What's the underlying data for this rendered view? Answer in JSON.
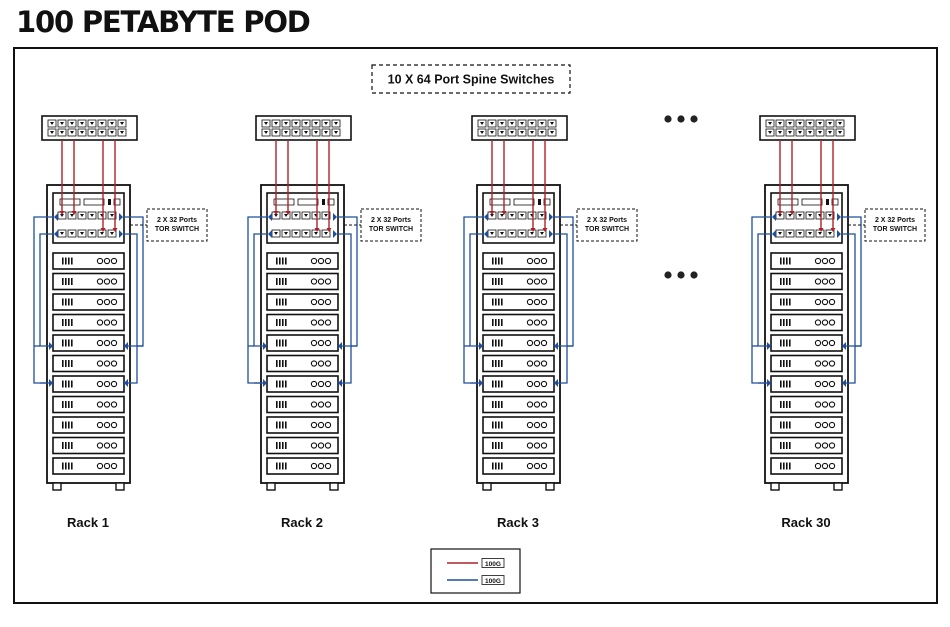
{
  "title": "100 PETABYTE POD",
  "spine_label": "10 X 64 Port Spine Switches",
  "tor_label": {
    "line1": "2 X 32 Ports",
    "line2": "TOR SWITCH"
  },
  "racks": [
    {
      "label": "Rack 1"
    },
    {
      "label": "Rack 2"
    },
    {
      "label": "Rack 3"
    },
    {
      "label": "Rack 30"
    }
  ],
  "legend": [
    {
      "label": "100G",
      "color": "#b0202a"
    },
    {
      "label": "100G",
      "color": "#1f4f9c"
    }
  ],
  "colors": {
    "red_link": "#b0202a",
    "blue_link": "#1f4f9c",
    "outline": "#111111"
  }
}
